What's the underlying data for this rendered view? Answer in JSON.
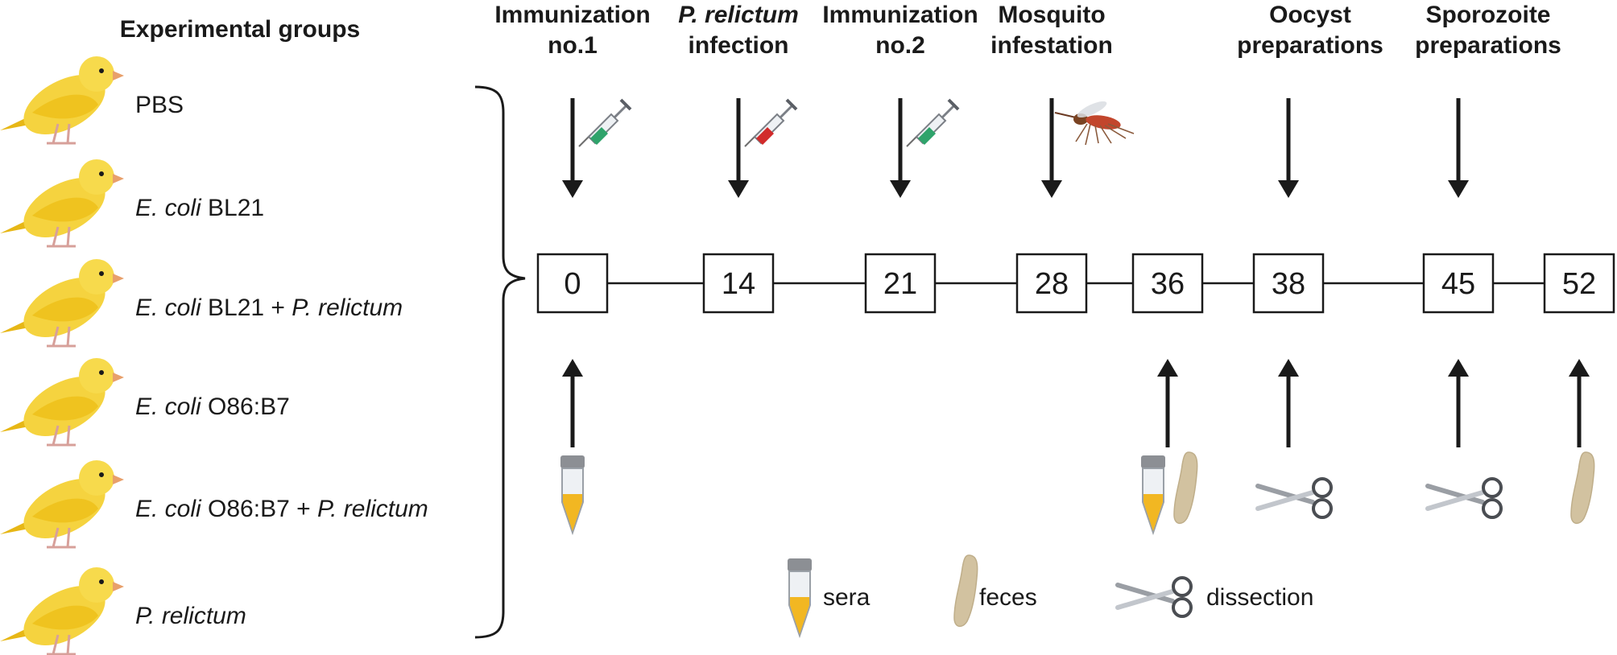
{
  "experimental_groups_title": "Experimental groups",
  "groups": [
    {
      "parts": [
        {
          "text": "PBS",
          "italic": false
        }
      ]
    },
    {
      "parts": [
        {
          "text": "E. coli",
          "italic": true
        },
        {
          "text": " BL21",
          "italic": false
        }
      ]
    },
    {
      "parts": [
        {
          "text": "E. coli",
          "italic": true
        },
        {
          "text": " BL21 + ",
          "italic": false
        },
        {
          "text": "P. relictum",
          "italic": true
        }
      ]
    },
    {
      "parts": [
        {
          "text": "E. coli",
          "italic": true
        },
        {
          "text": " O86:B7",
          "italic": false
        }
      ]
    },
    {
      "parts": [
        {
          "text": "E. coli",
          "italic": true
        },
        {
          "text": " O86:B7  + ",
          "italic": false
        },
        {
          "text": "P. relictum",
          "italic": true
        }
      ]
    },
    {
      "parts": [
        {
          "text": "P. relictum",
          "italic": true
        }
      ]
    }
  ],
  "events": [
    {
      "line1": [
        {
          "text": "Immunization",
          "italic": false
        }
      ],
      "line2": "no.1",
      "icon": "green-syringe-icon"
    },
    {
      "line1": [
        {
          "text": "P. relictum",
          "italic": true
        }
      ],
      "line2": "infection",
      "icon": "red-syringe-icon"
    },
    {
      "line1": [
        {
          "text": "Immunization",
          "italic": false
        }
      ],
      "line2": "no.2",
      "icon": "green-syringe-icon"
    },
    {
      "line1": [
        {
          "text": "Mosquito",
          "italic": false
        }
      ],
      "line2": "infestation",
      "icon": "mosquito-icon"
    },
    {
      "line1": [
        {
          "text": "Oocyst",
          "italic": false
        }
      ],
      "line2": "preparations",
      "icon": ""
    },
    {
      "line1": [
        {
          "text": "Sporozoite",
          "italic": false
        }
      ],
      "line2": "preparations",
      "icon": ""
    }
  ],
  "days": [
    "0",
    "14",
    "21",
    "28",
    "36",
    "38",
    "45",
    "52"
  ],
  "sampling": [
    {
      "day": "0",
      "icons": [
        "sera-tube-icon"
      ]
    },
    {
      "day": "36",
      "icons": [
        "sera-tube-icon",
        "feces-icon"
      ]
    },
    {
      "day": "38",
      "icons": [
        "scissors-icon"
      ]
    },
    {
      "day": "45",
      "icons": [
        "scissors-icon"
      ]
    },
    {
      "day": "52",
      "icons": [
        "feces-icon"
      ]
    }
  ],
  "legend": [
    {
      "icon": "sera-tube-icon",
      "label": "sera"
    },
    {
      "icon": "feces-icon",
      "label": "feces"
    },
    {
      "icon": "scissors-icon",
      "label": "dissection"
    }
  ],
  "colors": {
    "canary_body": "#f5d33f",
    "canary_wing": "#f2c21c",
    "syringe_green": "#2fa36b",
    "syringe_red": "#d12b2b",
    "sera_yellow": "#f2b722",
    "tube_cap": "#8c8f94",
    "feces": "#d2c2a0",
    "arrow": "#1a1a1a"
  }
}
